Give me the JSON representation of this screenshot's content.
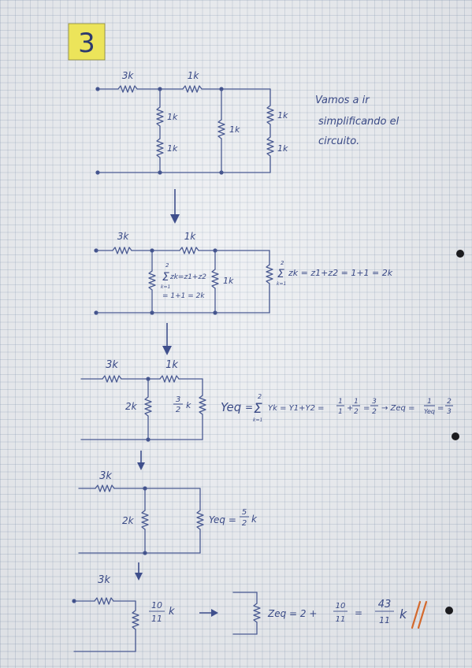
{
  "problem_number": "3",
  "note": [
    "Vamos a ir",
    "simplificando el",
    "circuito."
  ],
  "stage1": {
    "r1": "3k",
    "r2": "1k",
    "r3": "1k",
    "r4": "1k",
    "r5": "1k",
    "r6": "1k",
    "r7": "1k"
  },
  "stage2": {
    "r1": "3k",
    "r2": "1k",
    "r_mid": "1k",
    "left_sum_a": "Σ",
    "left_sum_b": "zk=z1+z2",
    "left_sum_c": "k=1",
    "left_sum_d": "= 1+1 = 2k",
    "left_sum_top": "2",
    "right_sum_sym": "Σ",
    "right_sum_top": "2",
    "right_sum_bot": "k=1",
    "right_sum_expr": "zk = z1+z2 = 1+1 = 2k"
  },
  "stage3": {
    "r1": "3k",
    "r2": "1k",
    "r_left": "2k",
    "r_right_num": "3",
    "r_right_den": "2",
    "r_right_unit": "k",
    "yeq_label": "Yeq",
    "eq_sigma": "Σ",
    "eq_top": "2",
    "eq_bot": "k=1",
    "eq_part1": "Yk = Y1+Y2 =",
    "f1_num": "1",
    "f1_den": "1",
    "f2_num": "1",
    "f2_den": "2",
    "f3_num": "3",
    "f3_den": "2",
    "zeq_label": "→ Zeq =",
    "f4_num": "1",
    "f4_den": "Yeq",
    "f5_num": "2",
    "f5_den": "3",
    "plus": "+",
    "eq": "="
  },
  "stage4": {
    "r1": "3k",
    "r_left": "2k",
    "yeq_label": "Yeq =",
    "yeq_num": "5",
    "yeq_den": "2",
    "unit": "k"
  },
  "stage5": {
    "r1": "3k",
    "r_num": "10",
    "r_den": "11",
    "unit": "k",
    "zeq_label": "Zeq = 2 +",
    "f_num": "10",
    "f_den": "11",
    "eq": "=",
    "res_num": "43",
    "res_den": "11",
    "res_unit": "k"
  },
  "colors": {
    "ink": "#3a4a86",
    "highlight": "#ece45a",
    "check": "#d46a2e"
  }
}
